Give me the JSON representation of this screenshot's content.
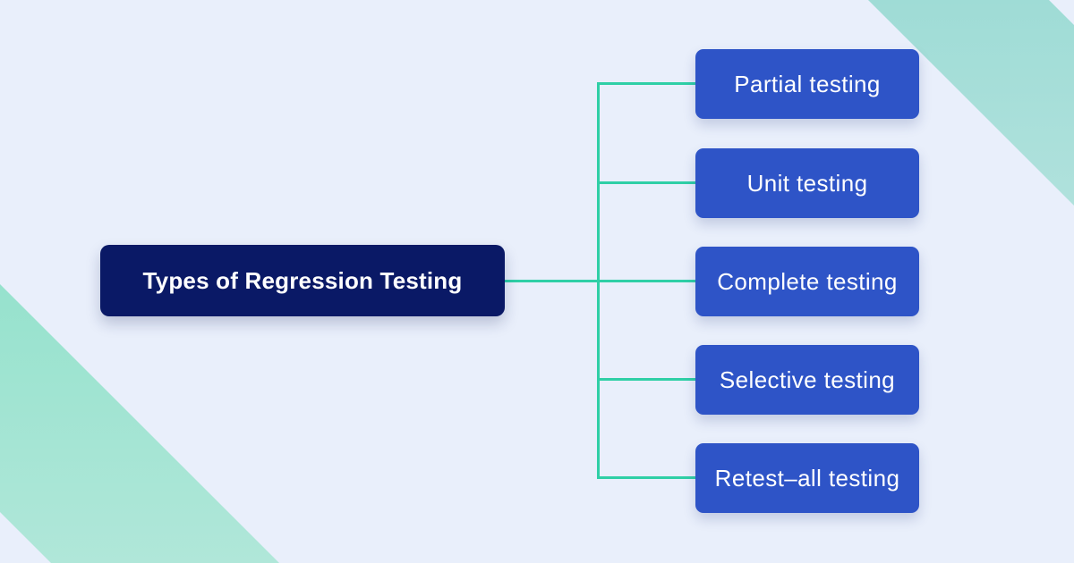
{
  "diagram": {
    "type": "mindmap",
    "root": {
      "label": "Types of Regression Testing"
    },
    "children": [
      {
        "label": "Partial testing"
      },
      {
        "label": "Unit testing"
      },
      {
        "label": "Complete testing"
      },
      {
        "label": "Selective testing"
      },
      {
        "label": "Retest–all testing"
      }
    ],
    "colors": {
      "canvas_bg": "#e9effb",
      "root_bg": "#0a1966",
      "child_bg": "#2e54c7",
      "node_text": "#ffffff",
      "connector": "#2fcfa6",
      "stripe_tr_from": "#9fdcd6",
      "stripe_tr_to": "#cdebe7",
      "stripe_bl_from": "#7cddc1",
      "stripe_bl_to": "#b0e7d9"
    }
  }
}
